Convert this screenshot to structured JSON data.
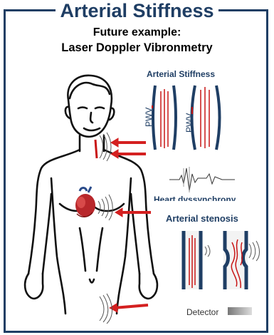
{
  "title": "Arterial Stiffness",
  "subtitle_line1": "Future example:",
  "subtitle_line2": "Laser Doppler Vibronmetry",
  "panel_labels": {
    "arterial_stiffness": "Arterial Stiffness",
    "heart_dyssynchrony": "Heart dyssynchrony",
    "arterial_stenosis": "Arterial stenosis",
    "pwv": "PWV"
  },
  "legend": {
    "detector": "Detector"
  },
  "colors": {
    "frame": "#1f3e64",
    "arrow": "#d42020",
    "vessel": "#1f3e64",
    "flow": "#c81414"
  }
}
